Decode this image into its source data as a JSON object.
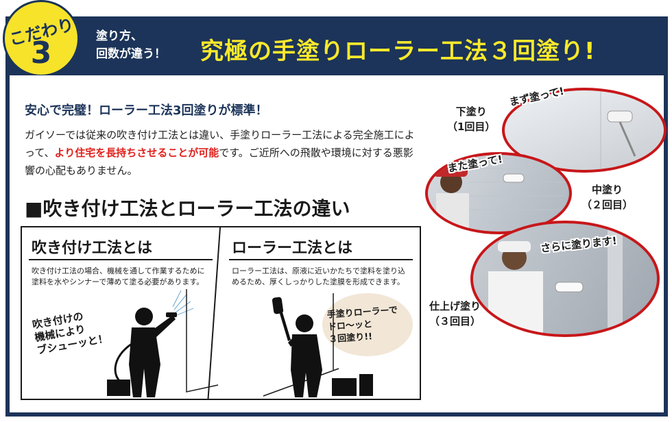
{
  "header": {
    "badge_top": "こだわり",
    "badge_number": "3",
    "subtitle_line1": "塗り方、",
    "subtitle_line2": "回数が違う！",
    "title": "究極の手塗りローラー工法３回塗り!"
  },
  "intro": {
    "lead": "安心で完璧！ローラー工法3回塗りが標準！",
    "body_part1": "ガイソーでは従来の吹き付け工法とは違い、手塗りローラー工法による完全施工によって、",
    "body_highlight": "より住宅を長持ちさせることが可能",
    "body_part2": "です。ご近所への飛散や環境に対する悪影響の心配もありません。"
  },
  "section": {
    "title": "■吹き付け工法とローラー工法の違い"
  },
  "compare": {
    "spray": {
      "heading": "吹き付け工法とは",
      "description": "吹き付け工法の場合、機械を通して作業するために塗料を水やシンナーで薄めて塗る必要があります。",
      "callout_line1": "吹き付けの",
      "callout_line2": "機械により",
      "callout_line3": "ブシューッと！"
    },
    "roller": {
      "heading": "ローラー工法とは",
      "description": "ローラー工法は、原液に近いかたちで塗料を塗り込めるため、厚くしっかりした塗膜を形成できます。",
      "callout_line1": "手塗りローラーで",
      "callout_line2": "ドロ～ッと",
      "callout_line3": "３回塗り!!"
    }
  },
  "steps": [
    {
      "name": "下塗り",
      "count": "（1回目）",
      "tag": "まず塗って!"
    },
    {
      "name": "中塗り",
      "count": "（２回目）",
      "tag": "また塗って!"
    },
    {
      "name": "仕上げ塗り",
      "count": "（３回目）",
      "tag": "さらに塗ります!"
    }
  ],
  "colors": {
    "navy": "#1c3459",
    "yellow": "#fbe92b",
    "red": "#e0201b",
    "photo_border": "#c7171a"
  }
}
